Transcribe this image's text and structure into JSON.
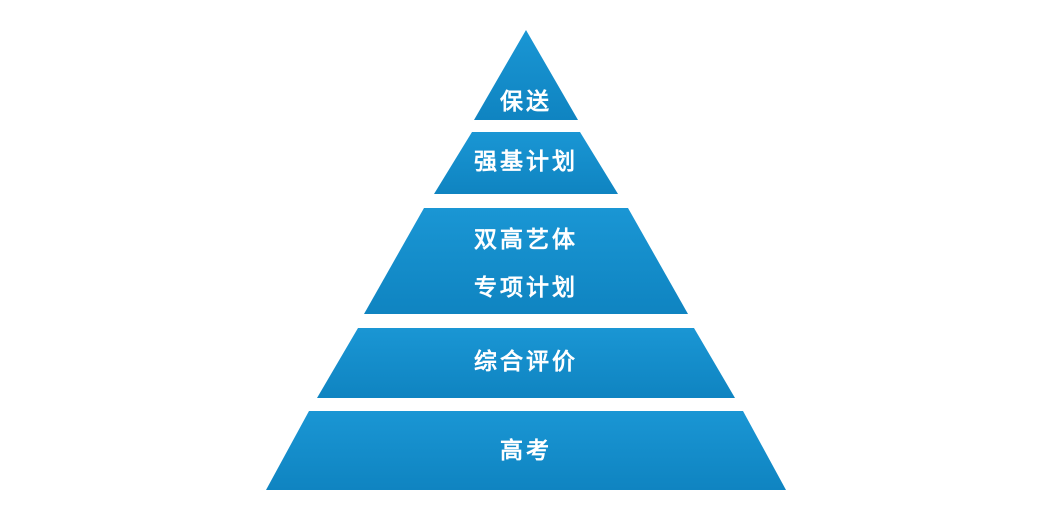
{
  "pyramid": {
    "levels": [
      {
        "lines": [
          "保送"
        ]
      },
      {
        "lines": [
          "强基计划"
        ]
      },
      {
        "lines": [
          "双高艺体",
          "专项计划"
        ]
      },
      {
        "lines": [
          "综合评价"
        ]
      },
      {
        "lines": [
          "高考"
        ]
      }
    ],
    "colors": {
      "fill_light": "#1a96d4",
      "fill_dark": "#0f84c1",
      "text": "#ffffff",
      "background": "#ffffff"
    }
  }
}
